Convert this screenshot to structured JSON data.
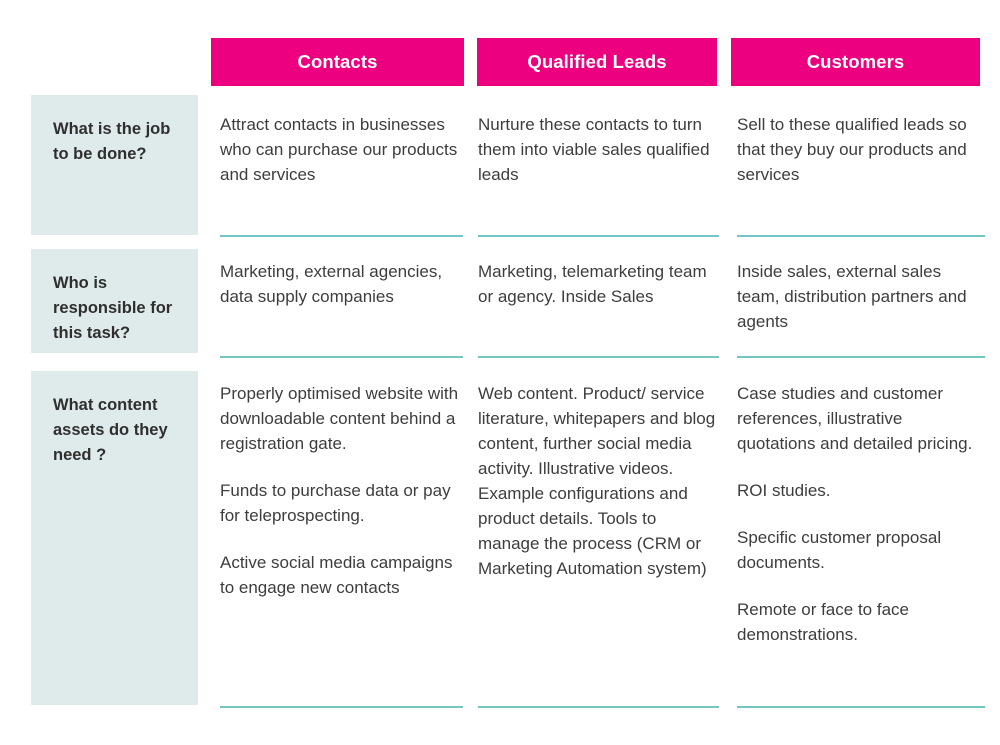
{
  "theme": {
    "header_bg": "#EC0080",
    "header_text": "#FFFFFF",
    "label_bg": "#DFEAEA",
    "separator": "#74C5C5",
    "body_text": "#3D3D3D",
    "page_bg": "#FFFFFF"
  },
  "columns": [
    {
      "label": "Contacts"
    },
    {
      "label": "Qualified Leads"
    },
    {
      "label": "Customers"
    }
  ],
  "rows": [
    {
      "question": "What is the job to be done?",
      "cells": [
        {
          "paragraphs": [
            "Attract contacts in businesses who can purchase our products and services"
          ]
        },
        {
          "paragraphs": [
            "Nurture these contacts to turn them into viable sales qualified leads"
          ]
        },
        {
          "paragraphs": [
            "Sell to these qualified leads so that they buy our products and services"
          ]
        }
      ]
    },
    {
      "question": "Who is responsible for this task?",
      "cells": [
        {
          "paragraphs": [
            "Marketing, external agencies, data supply companies"
          ]
        },
        {
          "paragraphs": [
            "Marketing, telemarketing team or agency. Inside Sales"
          ]
        },
        {
          "paragraphs": [
            "Inside sales, external sales team, distribution partners and agents"
          ]
        }
      ]
    },
    {
      "question": "What content assets do they need ?",
      "cells": [
        {
          "paragraphs": [
            "Properly optimised website with downloadable content behind a registration gate.",
            "Funds to purchase data or pay for teleprospecting.",
            "Active social media campaigns to engage new contacts"
          ]
        },
        {
          "paragraphs": [
            "Web content. Product/ service literature, whitepapers and blog content, further social media activity. Illustrative videos.  Example configurations and product details. Tools to manage the process (CRM or Marketing Automation system)"
          ]
        },
        {
          "paragraphs": [
            "Case studies and customer references, illustrative quotations and detailed pricing.",
            "ROI studies.",
            "Specific customer proposal documents.",
            "Remote or face to face demonstrations."
          ]
        }
      ]
    }
  ]
}
